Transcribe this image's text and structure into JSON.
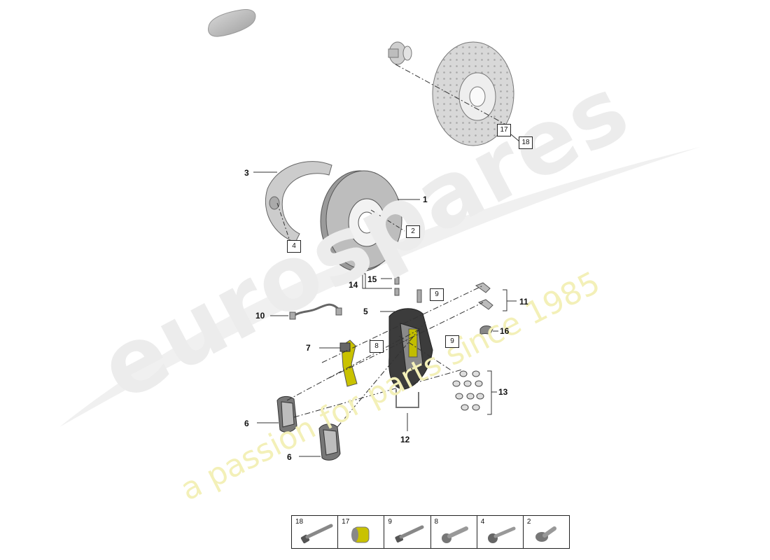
{
  "watermark": {
    "brand": "eurospares",
    "tagline": "a passion for parts since 1985"
  },
  "callouts": {
    "c1": "1",
    "c2": "2",
    "c3": "3",
    "c4": "4",
    "c5": "5",
    "c6a": "6",
    "c6b": "6",
    "c7": "7",
    "c8": "8",
    "c9a": "9",
    "c9b": "9",
    "c10": "10",
    "c11": "11",
    "c12": "12",
    "c13": "13",
    "c14": "14",
    "c15": "15",
    "c16": "16",
    "c17": "17",
    "c18": "18"
  },
  "legend": {
    "items": [
      {
        "num": "18",
        "icon": "long-bolt-icon"
      },
      {
        "num": "17",
        "icon": "sleeve-nut-icon"
      },
      {
        "num": "9",
        "icon": "bolt-icon"
      },
      {
        "num": "8",
        "icon": "flange-bolt-icon"
      },
      {
        "num": "4",
        "icon": "torx-bolt-icon"
      },
      {
        "num": "2",
        "icon": "countersunk-screw-icon"
      }
    ]
  },
  "colors": {
    "part_fill": "#d9d9d9",
    "part_stroke": "#666666",
    "accent_yellow": "#c9c200",
    "watermark_gray": "#e6e6e6",
    "watermark_yellow": "#f2efb0"
  }
}
